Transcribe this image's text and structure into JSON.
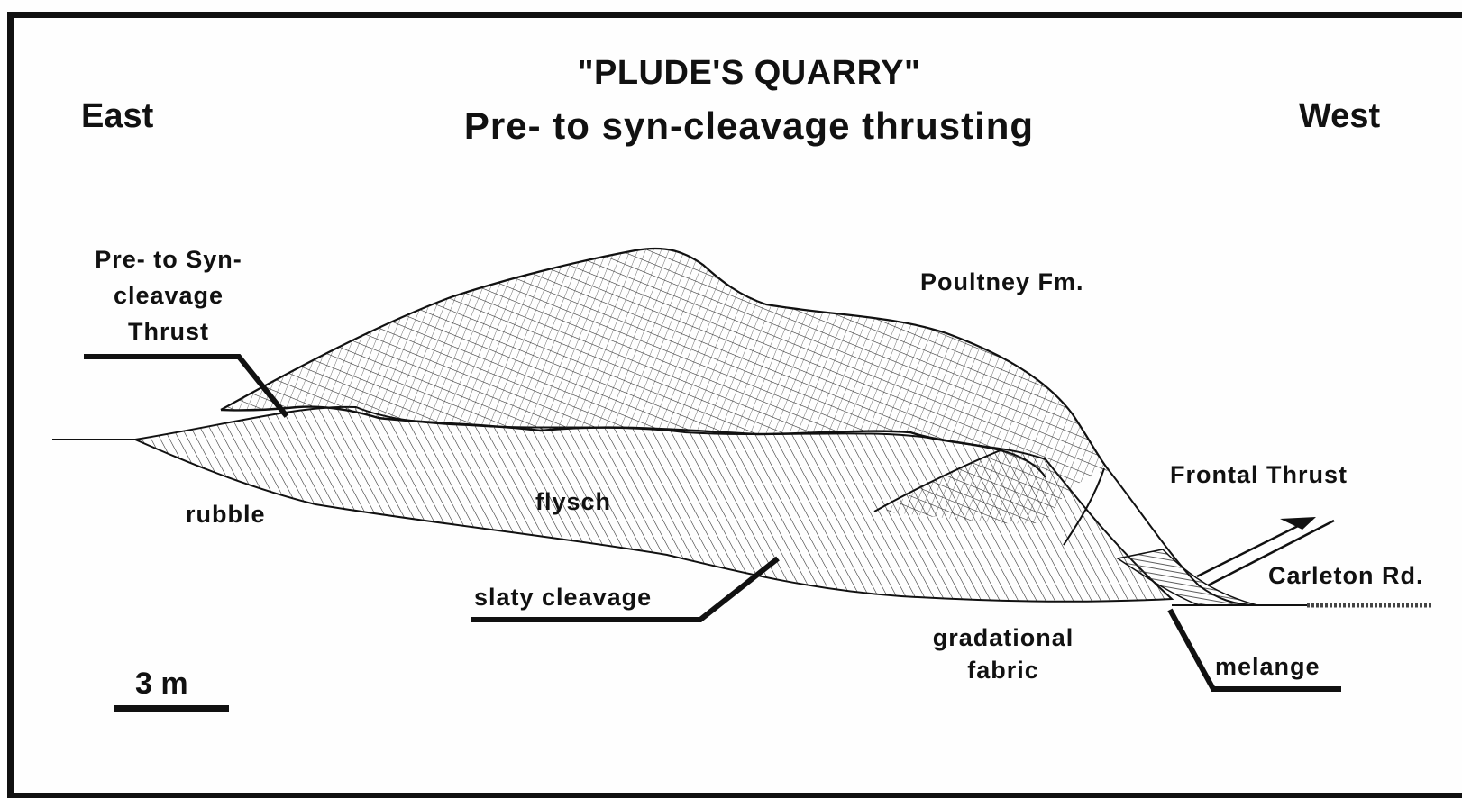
{
  "figure": {
    "title": "\"PLUDE'S QUARRY\"",
    "subtitle": "Pre- to syn-cleavage thrusting",
    "direction_left": "East",
    "direction_right": "West"
  },
  "labels": {
    "thrust_line1": "Pre- to Syn-",
    "thrust_line2": "cleavage",
    "thrust_line3": "Thrust",
    "poultney": "Poultney Fm.",
    "frontal_thrust": "Frontal Thrust",
    "carleton": "Carleton Rd.",
    "rubble": "rubble",
    "flysch": "flysch",
    "slaty_cleavage": "slaty cleavage",
    "gradational_line1": "gradational",
    "gradational_line2": "fabric",
    "melange": "melange"
  },
  "scale_bar": {
    "label": "3 m"
  },
  "colors": {
    "ink": "#111111",
    "paper": "#fefefe"
  }
}
